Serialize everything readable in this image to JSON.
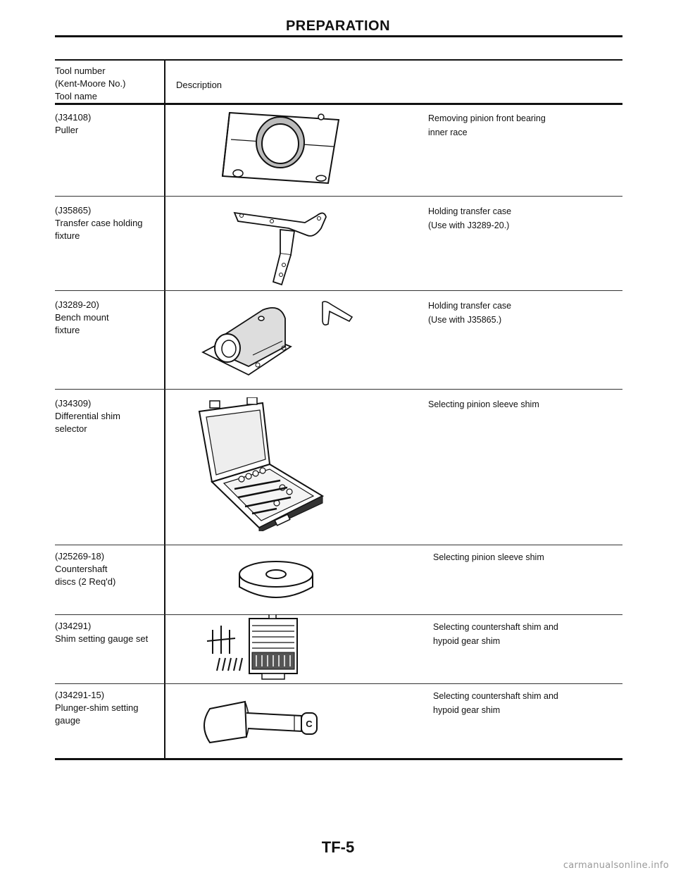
{
  "page": {
    "title": "PREPARATION",
    "page_number": "TF-5",
    "watermark": "carmanualsonline.info"
  },
  "table": {
    "header": {
      "col1": [
        "Tool number",
        "(Kent-Moore No.)",
        "Tool name"
      ],
      "col2": "Description"
    },
    "rows": [
      {
        "number": "(J34108)",
        "name": [
          "Puller"
        ],
        "description": [
          "Removing pinion front bearing",
          "inner race"
        ],
        "icon": "puller-icon"
      },
      {
        "number": "(J35865)",
        "name": [
          "Transfer case holding",
          "fixture"
        ],
        "description": [
          "Holding transfer case",
          "(Use with J3289-20.)"
        ],
        "icon": "holding-fixture-icon"
      },
      {
        "number": "(J3289-20)",
        "name": [
          "Bench mount",
          "fixture"
        ],
        "description": [
          "Holding transfer case",
          "(Use with J35865.)"
        ],
        "icon": "bench-mount-icon"
      },
      {
        "number": "(J34309)",
        "name": [
          "Differential shim",
          "selector"
        ],
        "description": [
          "Selecting pinion sleeve shim"
        ],
        "icon": "shim-selector-case-icon"
      },
      {
        "number": "(J25269-18)",
        "name": [
          "Countershaft",
          "discs (2 Req'd)"
        ],
        "description": [
          "Selecting pinion sleeve shim"
        ],
        "icon": "disc-icon"
      },
      {
        "number": "(J34291)",
        "name": [
          "Shim setting gauge set"
        ],
        "description": [
          "Selecting countershaft shim and",
          "hypoid gear shim"
        ],
        "icon": "gauge-set-icon"
      },
      {
        "number": "(J34291-15)",
        "name": [
          "Plunger-shim setting",
          "gauge"
        ],
        "description": [
          "Selecting countershaft shim and",
          "hypoid gear shim"
        ],
        "icon": "plunger-gauge-icon"
      }
    ]
  }
}
